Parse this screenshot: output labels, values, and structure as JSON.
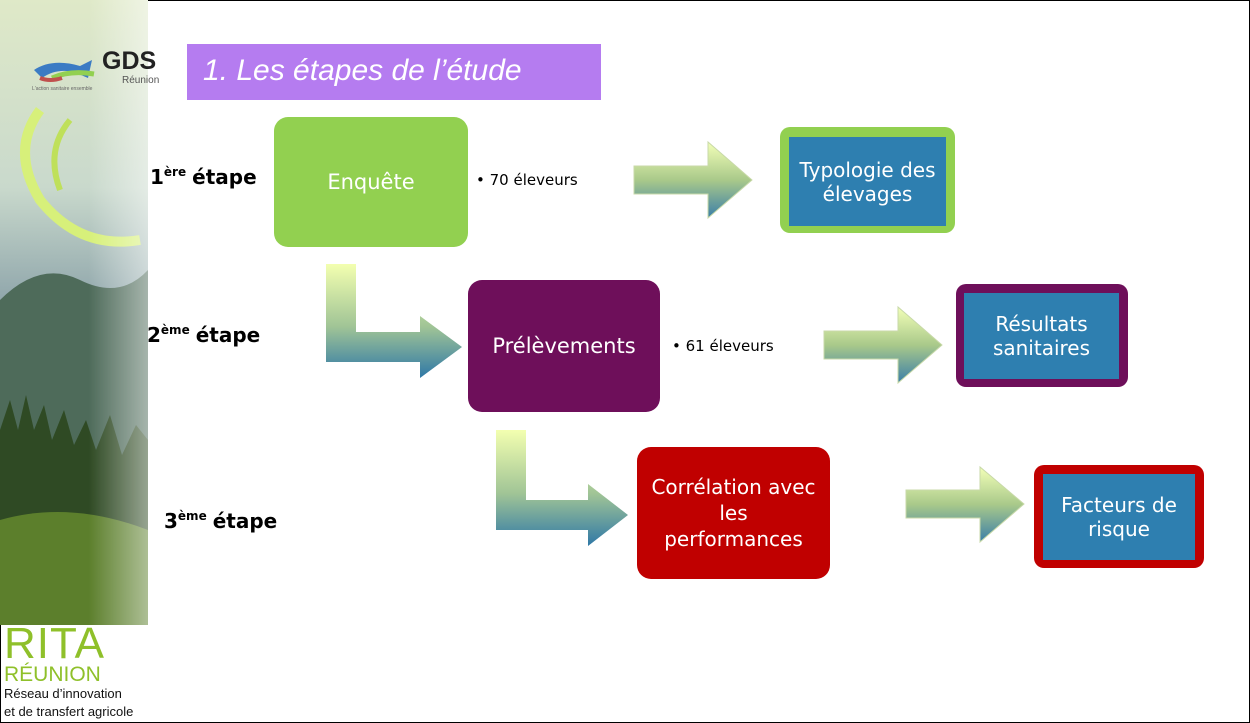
{
  "title": "1.  Les étapes de l’étude",
  "logo": {
    "name": "GDS",
    "subtitle": "Réunion",
    "tagline": "L'action sanitaire ensemble"
  },
  "steps": [
    {
      "num": "1",
      "sup": "ère",
      "word": "étape"
    },
    {
      "num": "2",
      "sup": "ème",
      "word": "étape"
    },
    {
      "num": "3",
      "sup": "ème",
      "word": "étape"
    }
  ],
  "boxes": [
    {
      "label": "Enquête",
      "color": "#92d050",
      "note": "• 70 éleveurs"
    },
    {
      "label": "Prélèvements",
      "color": "#6e0f5a",
      "note": "• 61 éleveurs"
    },
    {
      "label": "Corrélation avec les performances",
      "color": "#c00000"
    }
  ],
  "results": [
    {
      "label": "Typologie des élevages",
      "border": "#92d050"
    },
    {
      "label": "Résultats sanitaires",
      "border": "#6e0f5a"
    },
    {
      "label": "Facteurs de risque",
      "border": "#c00000"
    }
  ],
  "rita": {
    "title": "RITA",
    "subtitle": "RÉUNION",
    "line1": "Réseau d’innovation",
    "line2": "et de transfert agricole"
  }
}
